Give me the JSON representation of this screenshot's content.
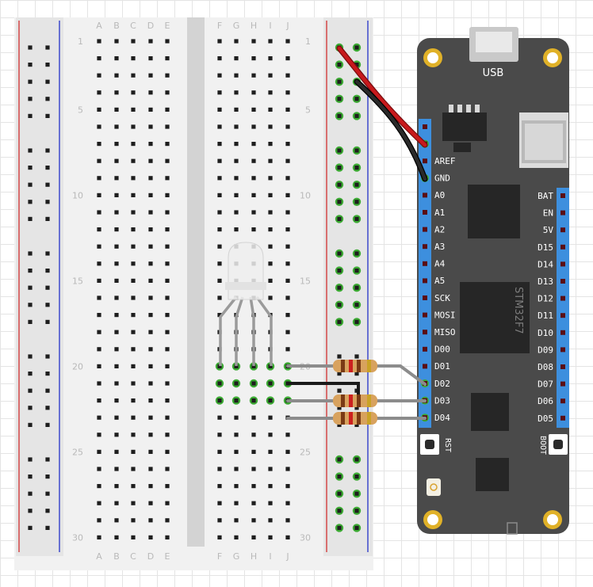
{
  "breadboard": {
    "columns_left": [
      "A",
      "B",
      "C",
      "D",
      "E"
    ],
    "columns_right": [
      "F",
      "G",
      "H",
      "I",
      "J"
    ],
    "row_numbers": [
      "1",
      "5",
      "10",
      "15",
      "20",
      "25",
      "30"
    ]
  },
  "board": {
    "usb_label": "USB",
    "chip_label": "STM32F7",
    "left_header": [
      "AREF",
      "GND",
      "A0",
      "A1",
      "A2",
      "A3",
      "A4",
      "A5",
      "SCK",
      "MOSI",
      "MISO",
      "D00",
      "D01",
      "D02",
      "D03",
      "D04"
    ],
    "right_header": [
      "BAT",
      "EN",
      "5V",
      "D15",
      "D14",
      "D13",
      "D12",
      "D11",
      "D10",
      "D09",
      "D08",
      "D07",
      "D06",
      "D05"
    ],
    "reset_label": "RST",
    "boot_label": "BOOT"
  },
  "colors": {
    "wire_red": "#c8191c",
    "wire_black": "#222222",
    "wire_gray": "#8c8c8c",
    "connected_hole": "#3cab33",
    "board": "#4a4a4a",
    "header": "#3d8fde"
  }
}
